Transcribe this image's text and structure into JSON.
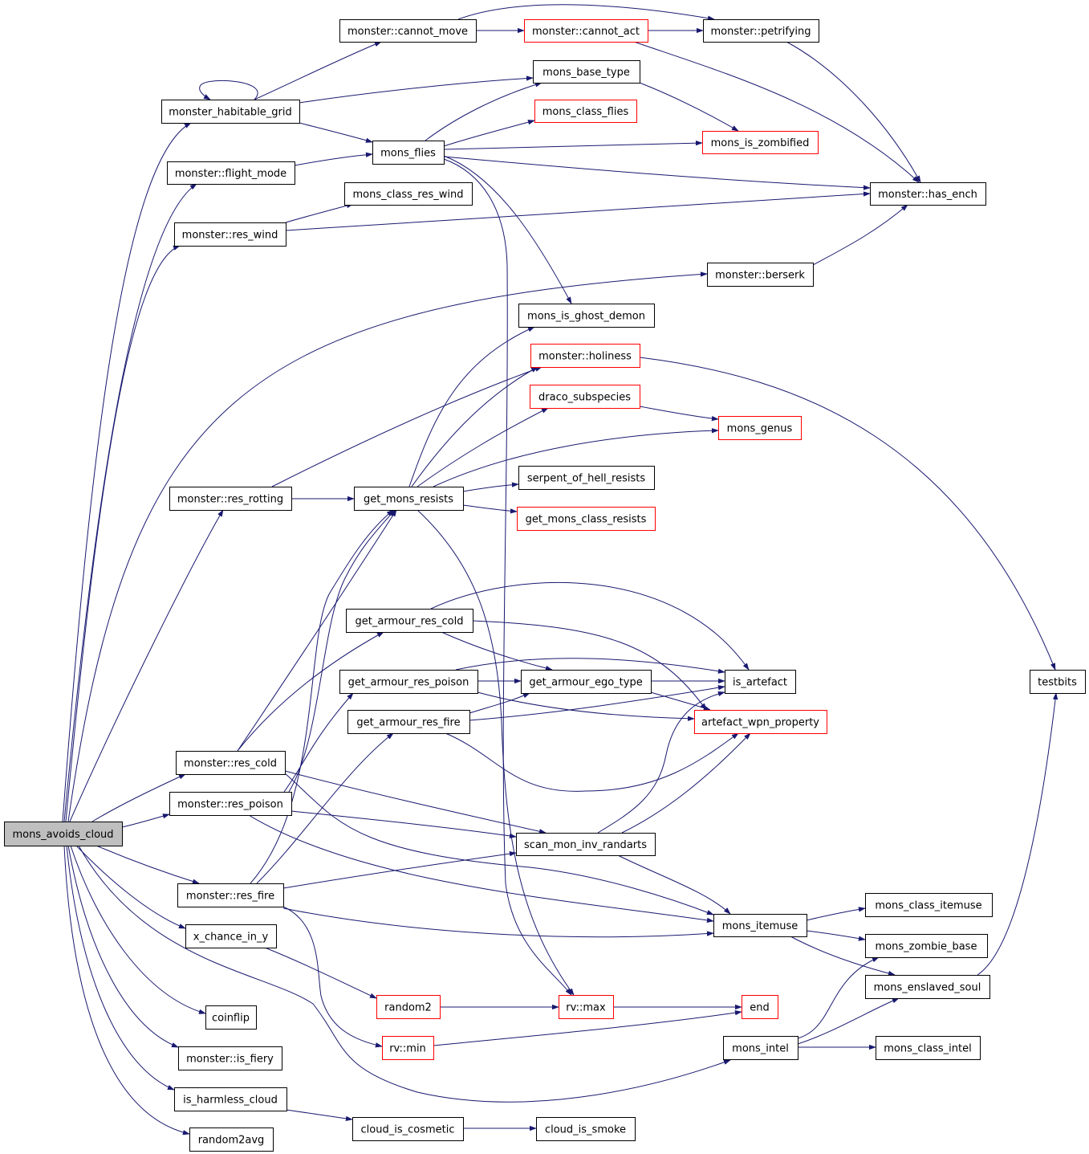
{
  "graph": {
    "root_label": "mons_avoids_cloud",
    "nodes": [
      {
        "id": "mons_avoids_cloud",
        "label": "mons_avoids_cloud",
        "style": "root"
      },
      {
        "id": "monster_cannot_move",
        "label": "monster::cannot_move",
        "style": "normal"
      },
      {
        "id": "monster_cannot_act",
        "label": "monster::cannot_act",
        "style": "red"
      },
      {
        "id": "monster_petrifying",
        "label": "monster::petrifying",
        "style": "normal"
      },
      {
        "id": "mons_base_type",
        "label": "mons_base_type",
        "style": "normal"
      },
      {
        "id": "monster_habitable_grid",
        "label": "monster_habitable_grid",
        "style": "normal"
      },
      {
        "id": "mons_class_flies",
        "label": "mons_class_flies",
        "style": "red"
      },
      {
        "id": "mons_is_zombified",
        "label": "mons_is_zombified",
        "style": "red"
      },
      {
        "id": "mons_flies",
        "label": "mons_flies",
        "style": "normal"
      },
      {
        "id": "monster_flight_mode",
        "label": "monster::flight_mode",
        "style": "normal"
      },
      {
        "id": "monster_has_ench",
        "label": "monster::has_ench",
        "style": "normal"
      },
      {
        "id": "mons_class_res_wind",
        "label": "mons_class_res_wind",
        "style": "normal"
      },
      {
        "id": "monster_res_wind",
        "label": "monster::res_wind",
        "style": "normal"
      },
      {
        "id": "monster_berserk",
        "label": "monster::berserk",
        "style": "normal"
      },
      {
        "id": "mons_is_ghost_demon",
        "label": "mons_is_ghost_demon",
        "style": "normal"
      },
      {
        "id": "monster_holiness",
        "label": "monster::holiness",
        "style": "red"
      },
      {
        "id": "draco_subspecies",
        "label": "draco_subspecies",
        "style": "red"
      },
      {
        "id": "mons_genus",
        "label": "mons_genus",
        "style": "red"
      },
      {
        "id": "serpent_of_hell_resists",
        "label": "serpent_of_hell_resists",
        "style": "normal"
      },
      {
        "id": "monster_res_rotting",
        "label": "monster::res_rotting",
        "style": "normal"
      },
      {
        "id": "get_mons_resists",
        "label": "get_mons_resists",
        "style": "normal"
      },
      {
        "id": "get_mons_class_resists",
        "label": "get_mons_class_resists",
        "style": "red"
      },
      {
        "id": "get_armour_res_cold",
        "label": "get_armour_res_cold",
        "style": "normal"
      },
      {
        "id": "testbits",
        "label": "testbits",
        "style": "normal"
      },
      {
        "id": "get_armour_res_poison",
        "label": "get_armour_res_poison",
        "style": "normal"
      },
      {
        "id": "get_armour_ego_type",
        "label": "get_armour_ego_type",
        "style": "normal"
      },
      {
        "id": "is_artefact",
        "label": "is_artefact",
        "style": "normal"
      },
      {
        "id": "get_armour_res_fire",
        "label": "get_armour_res_fire",
        "style": "normal"
      },
      {
        "id": "artefact_wpn_property",
        "label": "artefact_wpn_property",
        "style": "red"
      },
      {
        "id": "monster_res_cold",
        "label": "monster::res_cold",
        "style": "normal"
      },
      {
        "id": "monster_res_poison",
        "label": "monster::res_poison",
        "style": "normal"
      },
      {
        "id": "scan_mon_inv_randarts",
        "label": "scan_mon_inv_randarts",
        "style": "normal"
      },
      {
        "id": "monster_res_fire",
        "label": "monster::res_fire",
        "style": "normal"
      },
      {
        "id": "mons_class_itemuse",
        "label": "mons_class_itemuse",
        "style": "normal"
      },
      {
        "id": "mons_itemuse",
        "label": "mons_itemuse",
        "style": "normal"
      },
      {
        "id": "x_chance_in_y",
        "label": "x_chance_in_y",
        "style": "normal"
      },
      {
        "id": "mons_zombie_base",
        "label": "mons_zombie_base",
        "style": "normal"
      },
      {
        "id": "mons_enslaved_soul",
        "label": "mons_enslaved_soul",
        "style": "normal"
      },
      {
        "id": "random2",
        "label": "random2",
        "style": "red"
      },
      {
        "id": "rv_max",
        "label": "rv::max",
        "style": "red"
      },
      {
        "id": "end",
        "label": "end",
        "style": "red"
      },
      {
        "id": "coinflip",
        "label": "coinflip",
        "style": "normal"
      },
      {
        "id": "rv_min",
        "label": "rv::min",
        "style": "red"
      },
      {
        "id": "mons_intel",
        "label": "mons_intel",
        "style": "normal"
      },
      {
        "id": "mons_class_intel",
        "label": "mons_class_intel",
        "style": "normal"
      },
      {
        "id": "monster_is_fiery",
        "label": "monster::is_fiery",
        "style": "normal"
      },
      {
        "id": "is_harmless_cloud",
        "label": "is_harmless_cloud",
        "style": "normal"
      },
      {
        "id": "cloud_is_cosmetic",
        "label": "cloud_is_cosmetic",
        "style": "normal"
      },
      {
        "id": "cloud_is_smoke",
        "label": "cloud_is_smoke",
        "style": "normal"
      },
      {
        "id": "random2avg",
        "label": "random2avg",
        "style": "normal"
      }
    ],
    "edges": [
      [
        "mons_avoids_cloud",
        "monster_habitable_grid"
      ],
      [
        "mons_avoids_cloud",
        "monster_flight_mode"
      ],
      [
        "mons_avoids_cloud",
        "monster_res_wind"
      ],
      [
        "mons_avoids_cloud",
        "monster_berserk"
      ],
      [
        "mons_avoids_cloud",
        "monster_res_rotting"
      ],
      [
        "mons_avoids_cloud",
        "monster_res_cold"
      ],
      [
        "mons_avoids_cloud",
        "monster_res_poison"
      ],
      [
        "mons_avoids_cloud",
        "monster_res_fire"
      ],
      [
        "mons_avoids_cloud",
        "x_chance_in_y"
      ],
      [
        "mons_avoids_cloud",
        "coinflip"
      ],
      [
        "mons_avoids_cloud",
        "monster_is_fiery"
      ],
      [
        "mons_avoids_cloud",
        "is_harmless_cloud"
      ],
      [
        "mons_avoids_cloud",
        "random2avg"
      ],
      [
        "mons_avoids_cloud",
        "mons_intel"
      ],
      [
        "monster_habitable_grid",
        "monster_habitable_grid"
      ],
      [
        "monster_habitable_grid",
        "monster_cannot_move"
      ],
      [
        "monster_habitable_grid",
        "mons_base_type"
      ],
      [
        "monster_habitable_grid",
        "mons_flies"
      ],
      [
        "monster_cannot_move",
        "monster_cannot_act"
      ],
      [
        "monster_cannot_move",
        "monster_petrifying"
      ],
      [
        "monster_cannot_act",
        "monster_petrifying"
      ],
      [
        "monster_cannot_act",
        "monster_has_ench"
      ],
      [
        "monster_petrifying",
        "monster_has_ench"
      ],
      [
        "mons_base_type",
        "mons_is_zombified"
      ],
      [
        "mons_flies",
        "mons_base_type"
      ],
      [
        "mons_flies",
        "mons_class_flies"
      ],
      [
        "mons_flies",
        "mons_is_zombified"
      ],
      [
        "mons_flies",
        "monster_has_ench"
      ],
      [
        "mons_flies",
        "mons_is_ghost_demon"
      ],
      [
        "mons_flies",
        "rv_max"
      ],
      [
        "monster_flight_mode",
        "mons_flies"
      ],
      [
        "monster_res_wind",
        "mons_class_res_wind"
      ],
      [
        "monster_res_wind",
        "monster_has_ench"
      ],
      [
        "monster_berserk",
        "monster_has_ench"
      ],
      [
        "monster_holiness",
        "testbits"
      ],
      [
        "draco_subspecies",
        "mons_genus"
      ],
      [
        "monster_res_rotting",
        "monster_holiness"
      ],
      [
        "monster_res_rotting",
        "get_mons_resists"
      ],
      [
        "get_mons_resists",
        "mons_is_ghost_demon"
      ],
      [
        "get_mons_resists",
        "monster_holiness"
      ],
      [
        "get_mons_resists",
        "draco_subspecies"
      ],
      [
        "get_mons_resists",
        "mons_genus"
      ],
      [
        "get_mons_resists",
        "serpent_of_hell_resists"
      ],
      [
        "get_mons_resists",
        "get_mons_class_resists"
      ],
      [
        "get_mons_resists",
        "rv_max"
      ],
      [
        "get_armour_res_cold",
        "is_artefact"
      ],
      [
        "get_armour_res_cold",
        "get_armour_ego_type"
      ],
      [
        "get_armour_res_cold",
        "artefact_wpn_property"
      ],
      [
        "get_armour_res_poison",
        "get_armour_ego_type"
      ],
      [
        "get_armour_res_poison",
        "is_artefact"
      ],
      [
        "get_armour_res_poison",
        "artefact_wpn_property"
      ],
      [
        "get_armour_res_fire",
        "get_armour_ego_type"
      ],
      [
        "get_armour_res_fire",
        "is_artefact"
      ],
      [
        "get_armour_res_fire",
        "artefact_wpn_property"
      ],
      [
        "get_armour_ego_type",
        "is_artefact"
      ],
      [
        "get_armour_ego_type",
        "artefact_wpn_property"
      ],
      [
        "monster_res_cold",
        "get_mons_resists"
      ],
      [
        "monster_res_cold",
        "get_armour_res_cold"
      ],
      [
        "monster_res_cold",
        "scan_mon_inv_randarts"
      ],
      [
        "monster_res_cold",
        "mons_itemuse"
      ],
      [
        "monster_res_poison",
        "get_mons_resists"
      ],
      [
        "monster_res_poison",
        "get_armour_res_poison"
      ],
      [
        "monster_res_poison",
        "scan_mon_inv_randarts"
      ],
      [
        "monster_res_poison",
        "mons_itemuse"
      ],
      [
        "monster_res_fire",
        "get_mons_resists"
      ],
      [
        "monster_res_fire",
        "get_armour_res_fire"
      ],
      [
        "monster_res_fire",
        "scan_mon_inv_randarts"
      ],
      [
        "monster_res_fire",
        "mons_itemuse"
      ],
      [
        "monster_res_fire",
        "rv_min"
      ],
      [
        "scan_mon_inv_randarts",
        "is_artefact"
      ],
      [
        "scan_mon_inv_randarts",
        "artefact_wpn_property"
      ],
      [
        "scan_mon_inv_randarts",
        "mons_itemuse"
      ],
      [
        "mons_itemuse",
        "mons_class_itemuse"
      ],
      [
        "mons_itemuse",
        "mons_zombie_base"
      ],
      [
        "mons_itemuse",
        "mons_enslaved_soul"
      ],
      [
        "mons_enslaved_soul",
        "testbits"
      ],
      [
        "x_chance_in_y",
        "random2"
      ],
      [
        "random2",
        "rv_max"
      ],
      [
        "rv_max",
        "end"
      ],
      [
        "rv_min",
        "end"
      ],
      [
        "mons_intel",
        "mons_class_intel"
      ],
      [
        "mons_intel",
        "mons_zombie_base"
      ],
      [
        "mons_intel",
        "mons_enslaved_soul"
      ],
      [
        "is_harmless_cloud",
        "cloud_is_cosmetic"
      ],
      [
        "cloud_is_cosmetic",
        "cloud_is_smoke"
      ]
    ]
  },
  "colors": {
    "edge": "#191970",
    "node_border": "#000000",
    "node_border_undocumented": "#ff0000",
    "root_fill": "#bfbfbf",
    "node_fill": "#ffffff"
  }
}
